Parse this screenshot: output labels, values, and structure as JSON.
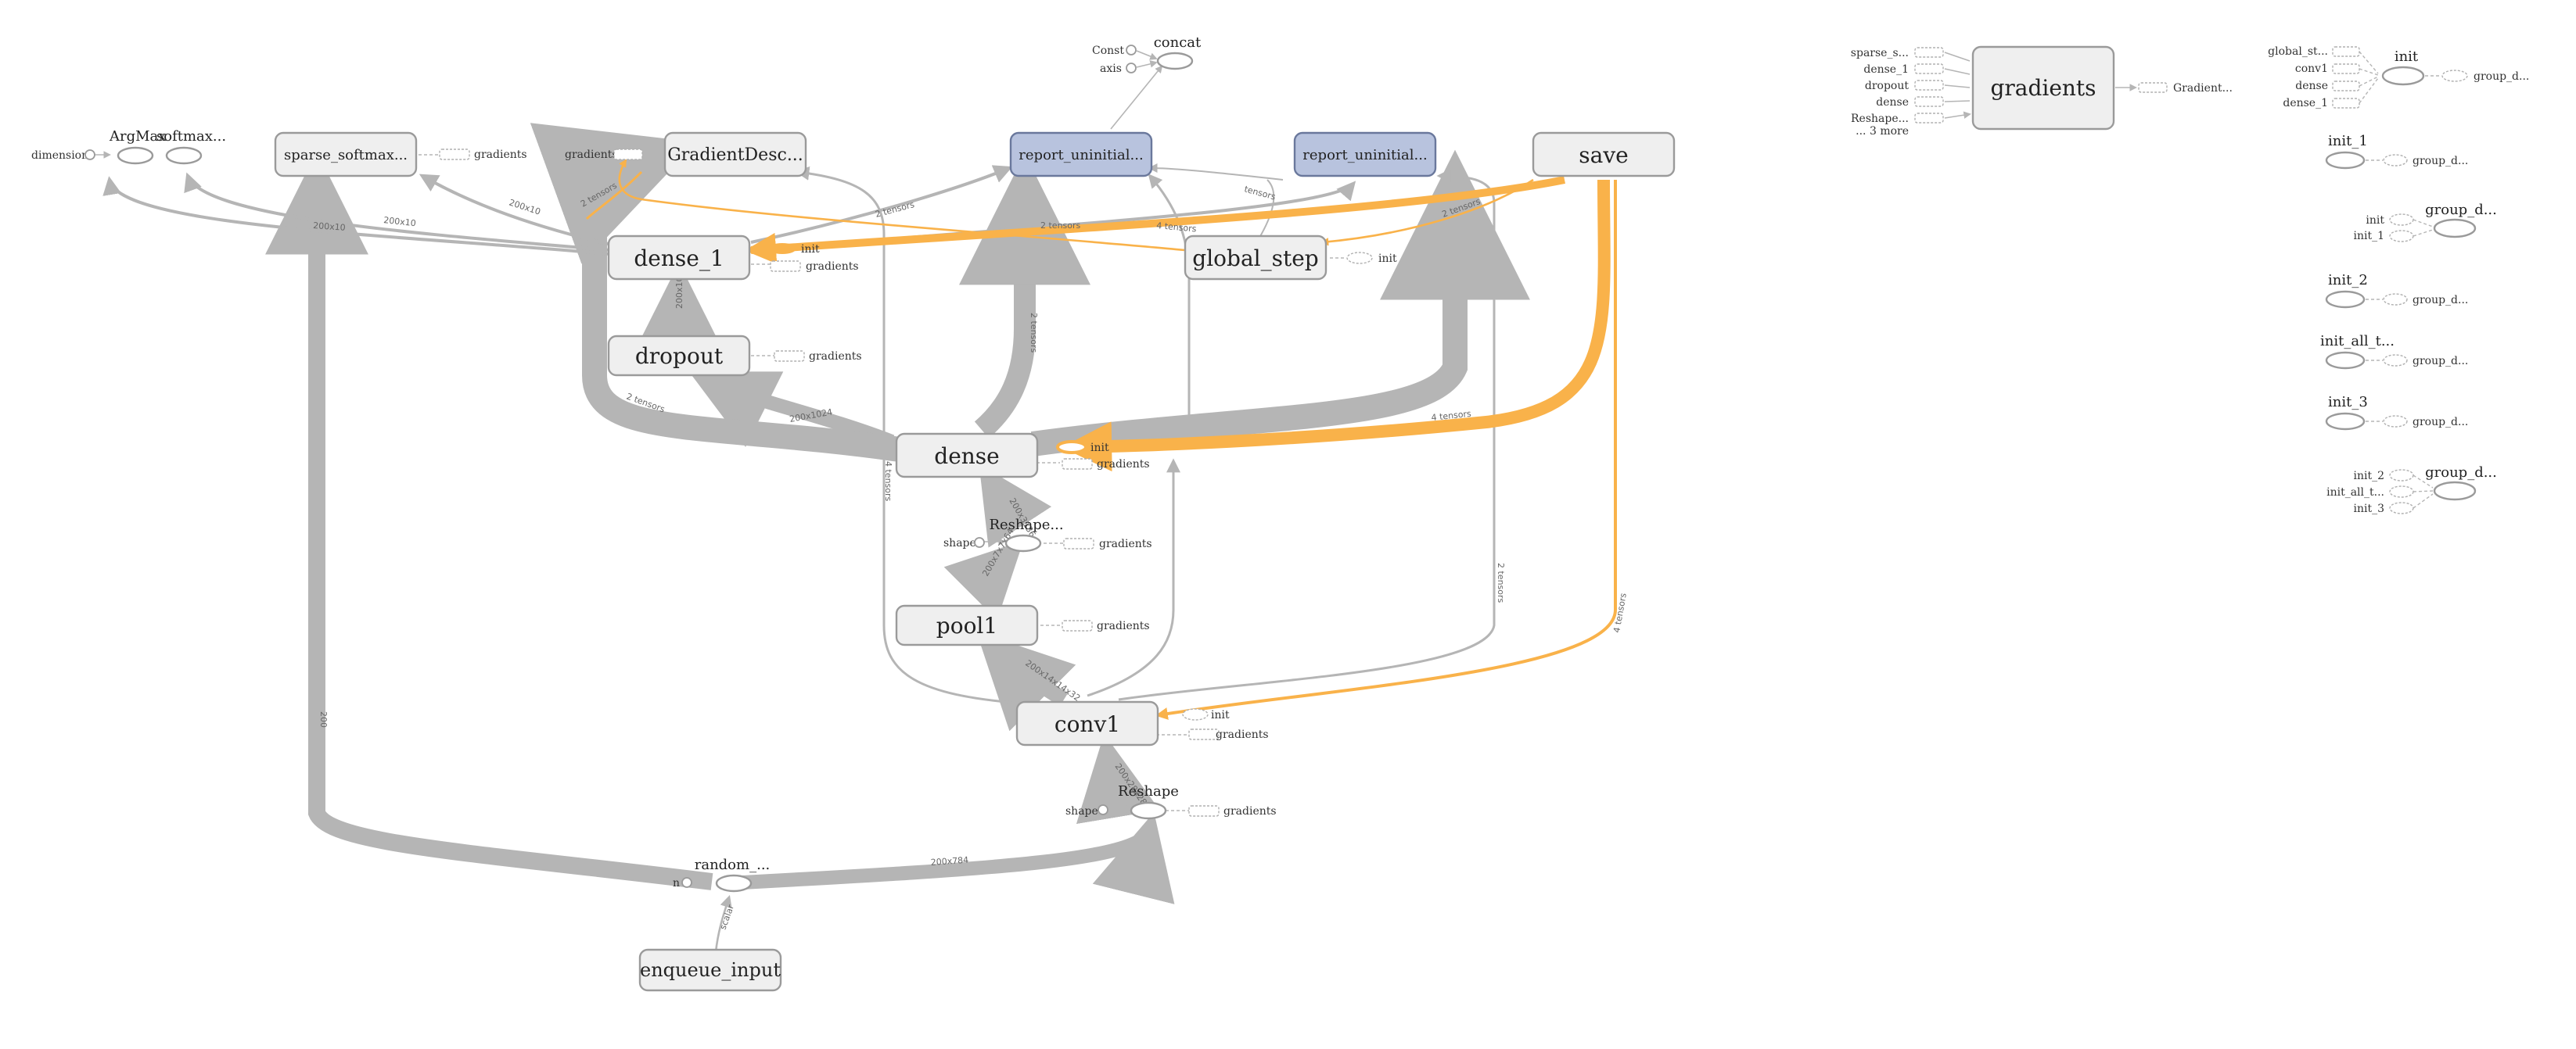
{
  "nodes": {
    "argmax": "ArgMax",
    "softmax": "softmax...",
    "dimension": "dimension",
    "sparse_softmax": "sparse_softmax...",
    "gradient_descent": "GradientDesc...",
    "report_uninitialized_1": "report_uninitial...",
    "report_uninitialized_2": "report_uninitial...",
    "save": "save",
    "concat": "concat",
    "const": "Const",
    "axis": "axis",
    "dense_1": "dense_1",
    "global_step": "global_step",
    "dropout": "dropout",
    "dense": "dense",
    "reshape_1": "Reshape...",
    "shape_1": "shape",
    "pool1": "pool1",
    "conv1": "conv1",
    "reshape": "Reshape",
    "shape": "shape",
    "random": "random_...",
    "n": "n",
    "enqueue_input": "enqueue_input",
    "gradients_main": "gradients",
    "gradients_out": "Gradient...",
    "grad_inputs": [
      "sparse_s...",
      "dense_1",
      "dropout",
      "dense",
      "Reshape...",
      "... 3 more"
    ],
    "init_main": "init",
    "init_inputs": [
      "global_st...",
      "conv1",
      "dense",
      "dense_1"
    ],
    "init_main_out": "group_d...",
    "init_1": "init_1",
    "init_1_out": "group_d...",
    "group_deps": "group_d...",
    "group_deps_inputs": [
      "init",
      "init_1"
    ],
    "init_2": "init_2",
    "init_2_out": "group_d...",
    "init_all_t": "init_all_t...",
    "init_all_t_out": "group_d...",
    "init_3": "init_3",
    "init_3_out": "group_d...",
    "group_deps_2": "group_d...",
    "group_deps_2_inputs": [
      "init_2",
      "init_all_t...",
      "init_3"
    ]
  },
  "stubs": {
    "gradients": "gradients",
    "init": "init"
  },
  "edge_labels": {
    "e1": "200x10",
    "e2": "200x10",
    "e3": "200x10",
    "e4": "2 tensors",
    "e5": "2 tensors",
    "e6": "2 tensors",
    "e7": "4 tensors",
    "e8": "2 tensors",
    "e9": "4 tensors",
    "e10": "200x1024",
    "e11": "200x1024",
    "e12": "2 tensors",
    "e13": "200x3136",
    "e14": "200x7x7x64",
    "e15": "200x14x14x32",
    "e16": "200x28x28x1",
    "e17": "200x784",
    "e18": "200",
    "e19": "scalar",
    "e20": "2 tensors",
    "e21": "4 tensors",
    "e22": "tensors",
    "e23": "4 tensors",
    "e24": "2 tensors"
  },
  "colors": {
    "node_fill": "#efefef",
    "node_stroke": "#9a9a9a",
    "highlight_fill": "#b8c3de",
    "edge": "#b5b5b5",
    "ref_edge": "#f9b24a"
  }
}
